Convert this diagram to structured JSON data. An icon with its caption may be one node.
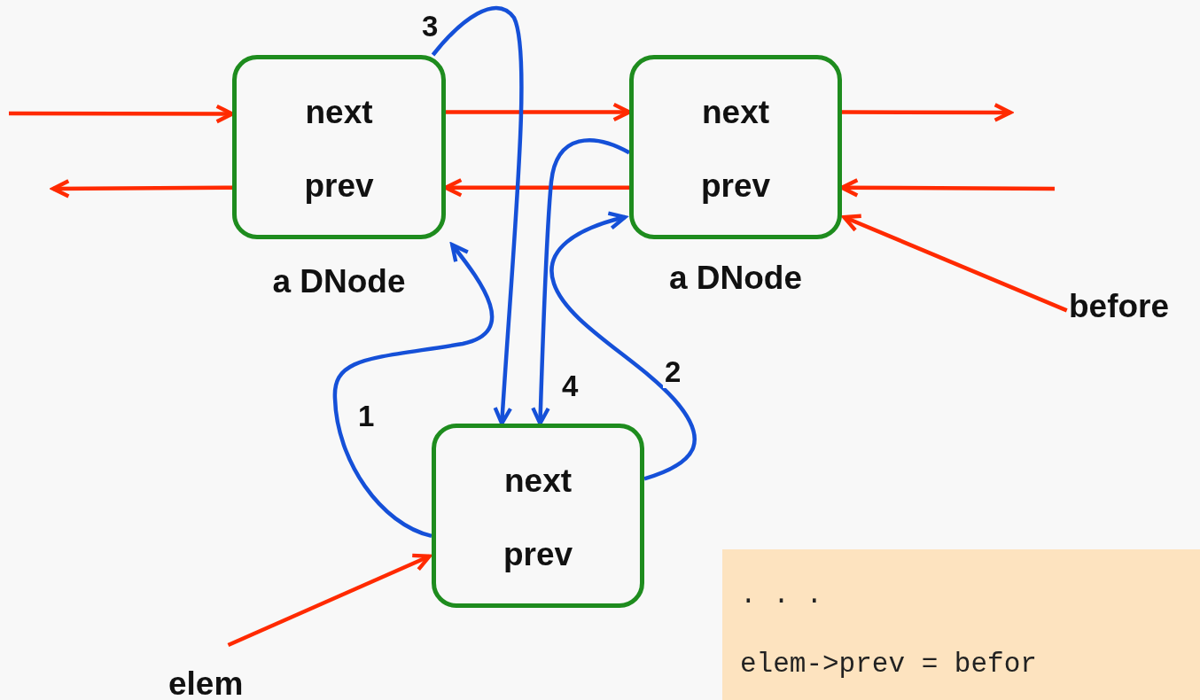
{
  "diagram": {
    "nodes": [
      {
        "text": [
          "next",
          "prev"
        ],
        "beside": [
          "a DNode"
        ]
      },
      {
        "text": [
          "next",
          "prev"
        ],
        "beside": [
          "a DNode"
        ]
      },
      {
        "text": [
          "next",
          "prev"
        ]
      },
      {
        "text": [
          "before"
        ]
      },
      {
        "text": [
          "elem"
        ]
      },
      {
        "text": [
          ". . .",
          "elem->prev = befor"
        ]
      }
    ],
    "edges": [
      {
        "from": null,
        "to": 0,
        "arrow": "to"
      },
      {
        "from": 0,
        "to": 1,
        "arrow": "to"
      },
      {
        "from": 1,
        "to": null,
        "arrow": "to"
      },
      {
        "from": 0,
        "to": null,
        "arrow": "to"
      },
      {
        "from": 1,
        "to": 0,
        "arrow": "to"
      },
      {
        "from": null,
        "to": 1,
        "arrow": "to"
      },
      {
        "from": 3,
        "to": 1,
        "arrow": "to"
      },
      {
        "from": 4,
        "to": 2,
        "arrow": "to"
      },
      {
        "from": 2,
        "to": 0,
        "arrow": "to",
        "label": "1",
        "color": "#1550d8"
      },
      {
        "from": 2,
        "to": 1,
        "arrow": "to",
        "label": "2",
        "color": "#1550d8"
      },
      {
        "from": 0,
        "to": 2,
        "arrow": "to",
        "label": "3",
        "color": "#1550d8"
      },
      {
        "from": 1,
        "to": 2,
        "arrow": "to",
        "label": "4",
        "color": "#1550d8"
      }
    ]
  }
}
